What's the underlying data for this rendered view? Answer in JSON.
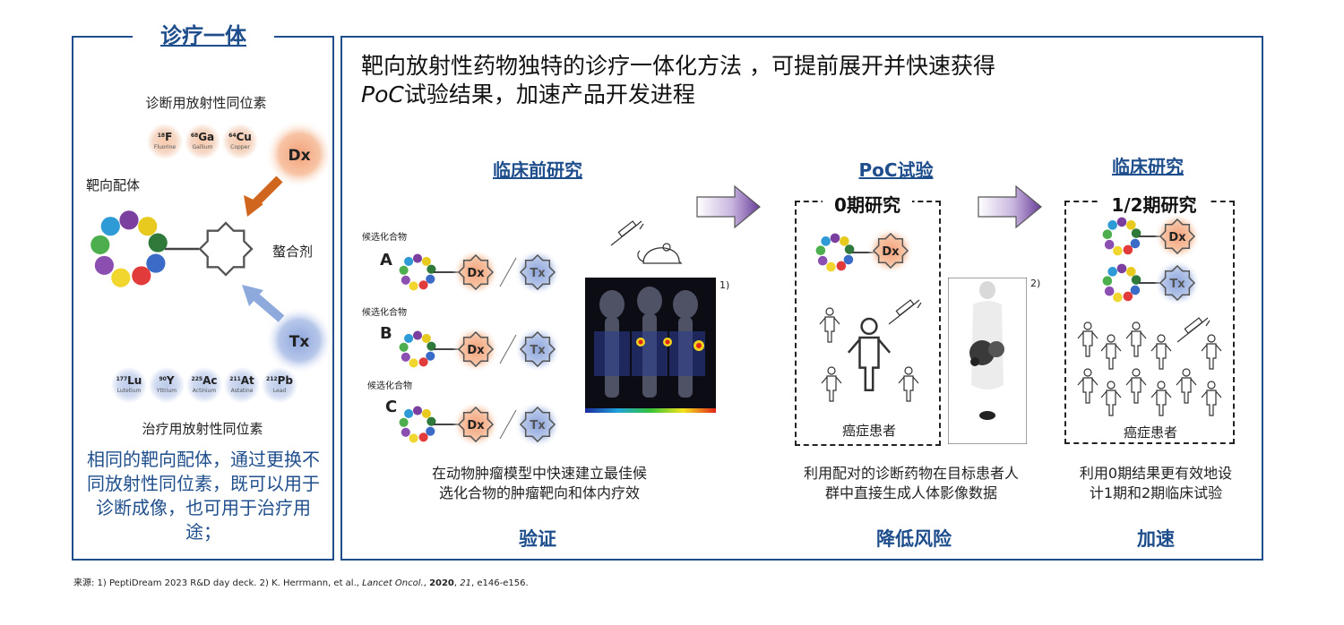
{
  "left_panel": {
    "title": "诊疗一体",
    "diagnostic_label": "诊断用放射性同位素",
    "targeting_ligand_label": "靶向配体",
    "chelator_label": "螯合剂",
    "therapeutic_label": "治疗用放射性同位素",
    "dx_label": "Dx",
    "tx_label": "Tx",
    "dx_isotopes": [
      {
        "mass": "18",
        "symbol": "F",
        "name": "Fluorine"
      },
      {
        "mass": "68",
        "symbol": "Ga",
        "name": "Gallium"
      },
      {
        "mass": "64",
        "symbol": "Cu",
        "name": "Copper"
      }
    ],
    "tx_isotopes": [
      {
        "mass": "177",
        "symbol": "Lu",
        "name": "Lutetium"
      },
      {
        "mass": "90",
        "symbol": "Y",
        "name": "Yttrium"
      },
      {
        "mass": "225",
        "symbol": "Ac",
        "name": "Actinium"
      },
      {
        "mass": "211",
        "symbol": "At",
        "name": "Astatine"
      },
      {
        "mass": "212",
        "symbol": "Pb",
        "name": "Lead"
      }
    ],
    "summary": "相同的靶向配体，通过更换不同放射性同位素，既可以用于诊断成像，也可用于治疗用途；"
  },
  "main": {
    "headline_line1": "靶向放射性药物独特的诊疗一体化方法 ，可提前展开并快速获得",
    "headline_poc": "PoC",
    "headline_line2": "试验结果，加速产品开发进程",
    "preclinical": {
      "title": "临床前研究",
      "candidate_label": "候选化合物",
      "candidates": [
        "A",
        "B",
        "C"
      ],
      "dx": "Dx",
      "tx": "Tx",
      "image_ref": "1)",
      "caption": "在动物肿瘤模型中快速建立最佳候选化合物的肿瘤靶向和体内疗效",
      "caption_line1": "在动物肿瘤模型中快速建立最佳候",
      "caption_line2": "选化合物的肿瘤靶向和体内疗效",
      "result": "验证"
    },
    "poc": {
      "title": "PoC试验",
      "box_title": "0期研究",
      "dx": "Dx",
      "patients_label": "癌症患者",
      "image_ref": "2)",
      "caption_line1": "利用配对的诊断药物在目标患者人",
      "caption_line2": "群中直接生成人体影像数据",
      "result": "降低风险"
    },
    "clinical": {
      "title": "临床研究",
      "box_title": "1/2期研究",
      "dx": "Dx",
      "tx": "Tx",
      "patients_label": "癌症患者",
      "caption_line1": "利用0期结果更有效地设",
      "caption_line2": "计1期和2期临床试验",
      "result": "加速"
    }
  },
  "footer": {
    "prefix": "来源: 1) PeptiDream 2023 R&D day deck. 2) K. Herrmann, et al., ",
    "journal": "Lancet Oncol.",
    "year": "2020",
    "volume": "21",
    "pages": "e146-e156."
  },
  "colors": {
    "brand_blue": "#1f4e8c",
    "dx_orange": "#f4a97c",
    "tx_blue": "#9fb3e0",
    "arrow_purple": "#6a3f9a",
    "dx_arrow": "#d0651e",
    "tx_arrow": "#8ea9dc"
  }
}
